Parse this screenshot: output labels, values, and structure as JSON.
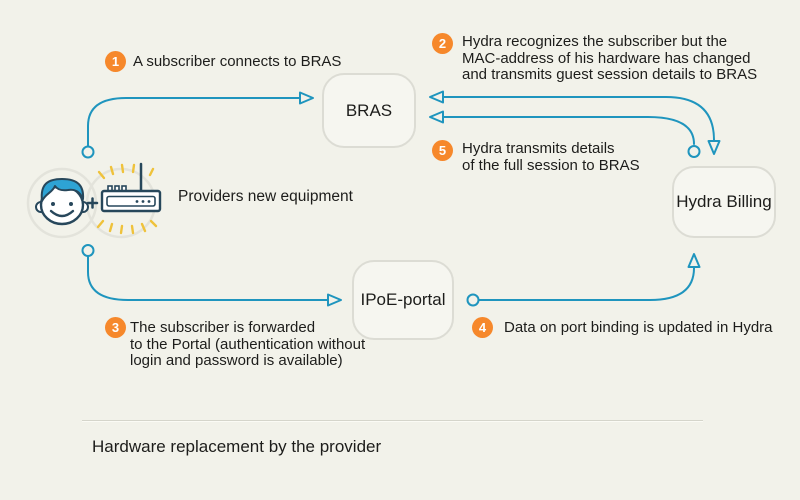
{
  "title": "Hardware replacement by the provider",
  "colors": {
    "background": "#F2F2EA",
    "arrow_teal": "#1F95BE",
    "badge_orange": "#F6882B",
    "node_border": "#DCDCD4",
    "node_fill": "#F6F6F0",
    "text": "#1D1D1B",
    "icon_outline_navy": "#27475B",
    "hair_blue": "#2EA3D4",
    "ray_yellow": "#EFC23B"
  },
  "nodes": {
    "bras": {
      "label": "BRAS"
    },
    "hydra": {
      "label": "Hydra Billing"
    },
    "portal": {
      "label": "IPoE-portal"
    }
  },
  "equipment": {
    "label": "Providers new equipment",
    "plus": "+"
  },
  "steps": [
    {
      "number": "1",
      "lines": [
        "A subscriber connects to BRAS"
      ]
    },
    {
      "number": "2",
      "lines": [
        "Hydra recognizes the subscriber but the",
        "MAC-address of his hardware has changed",
        "and transmits guest session details to BRAS"
      ]
    },
    {
      "number": "3",
      "lines": [
        "The subscriber is forwarded",
        "to the Portal (authentication without",
        "login and password is available)"
      ]
    },
    {
      "number": "4",
      "lines": [
        "Data on port binding is updated in Hydra"
      ]
    },
    {
      "number": "5",
      "lines": [
        "Hydra transmits details",
        "of the full session to BRAS"
      ]
    }
  ]
}
